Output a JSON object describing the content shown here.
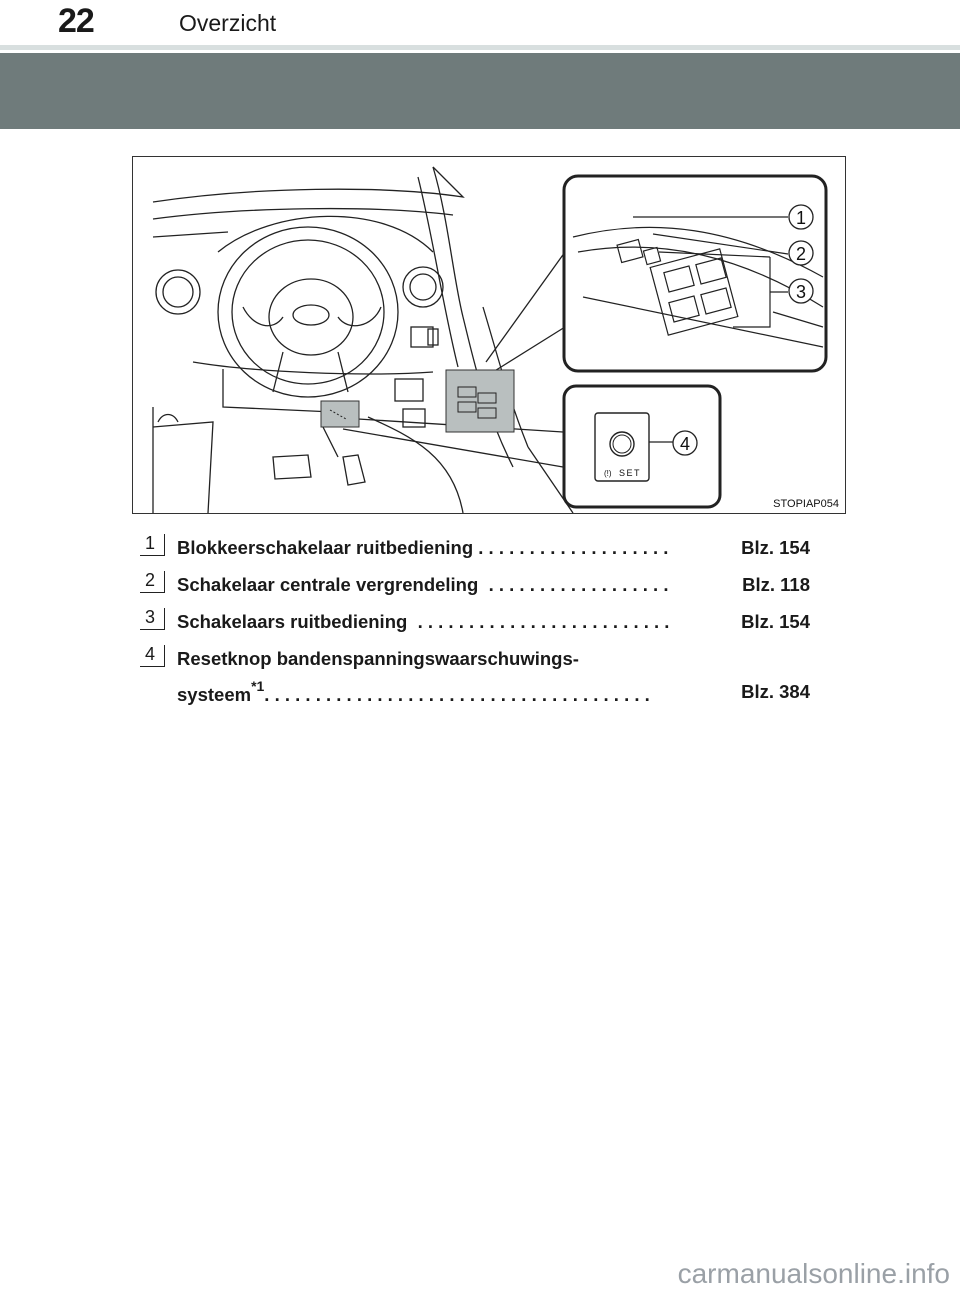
{
  "header": {
    "page_number": "22",
    "section_title": "Overzicht"
  },
  "figure": {
    "code": "STOPIAP054",
    "callouts": [
      "1",
      "2",
      "3",
      "4"
    ],
    "set_label": "SET"
  },
  "legend": [
    {
      "num": "1",
      "text": "Blokkeerschakelaar ruitbediening",
      "dots": " . . . . . . . . . . . . . . . . . . .",
      "page": "Blz. 154"
    },
    {
      "num": "2",
      "text": "Schakelaar centrale vergrendeling",
      "dots": "  . . . . . . . . . . . . . . . . . .",
      "page": "Blz. 118"
    },
    {
      "num": "3",
      "text": "Schakelaars ruitbediening",
      "dots": "  . . . . . . . . . . . . . . . . . . . . . . . . .",
      "page": "Blz. 154"
    },
    {
      "num": "4",
      "text": "Resetknop bandenspanningswaarschuwings-",
      "line2": "systeem",
      "sup": "*1",
      "dots": ". . . . . . . . . . . . . . . . . . . . . . . . . . . . . . . . . . . . . .",
      "page": "Blz. 384"
    }
  ],
  "watermark": "carmanualsonline.info"
}
